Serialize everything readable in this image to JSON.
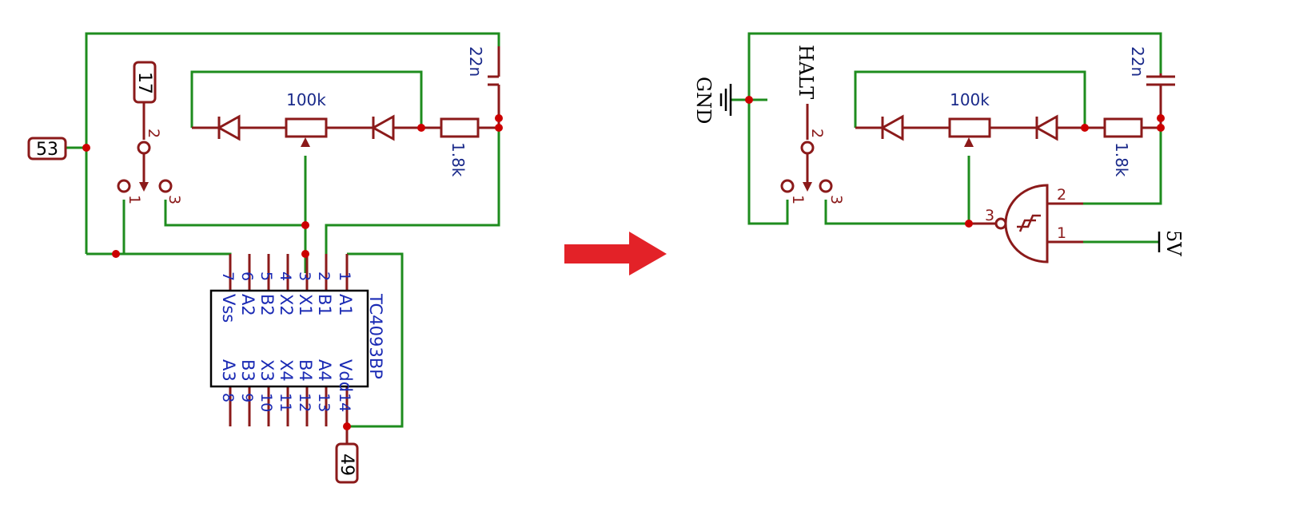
{
  "colors": {
    "wire": "#1e8c1e",
    "component": "#8b1a1a",
    "junction": "#cc0000",
    "arrow": "#e32228",
    "text_blue": "#1a2ab4"
  },
  "left": {
    "boxes": {
      "b53": "53",
      "b17": "17",
      "b49": "49"
    },
    "cap": "22n",
    "pot": "100k",
    "res": "1.8k",
    "sw_pins": {
      "p1": "1",
      "p2": "2",
      "p3": "3"
    },
    "ic": {
      "name": "TC4093BP",
      "top_nums": [
        "7",
        "6",
        "5",
        "4",
        "3",
        "2",
        "1"
      ],
      "top_labels": [
        "Vss",
        "A2",
        "B2",
        "X2",
        "X1",
        "B1",
        "A1"
      ],
      "bot_labels": [
        "A3",
        "B3",
        "X3",
        "X4",
        "B4",
        "A4",
        "Vdd"
      ],
      "bot_nums": [
        "8",
        "9",
        "10",
        "11",
        "12",
        "13",
        "14"
      ]
    }
  },
  "right": {
    "gnd": "GND",
    "halt": "HALT",
    "cap": "22n",
    "pot": "100k",
    "res": "1.8k",
    "sw_pins": {
      "p1": "1",
      "p2": "2",
      "p3": "3"
    },
    "gate_pins": {
      "in1": "1",
      "in2": "2",
      "out": "3"
    },
    "supply": "5V"
  }
}
